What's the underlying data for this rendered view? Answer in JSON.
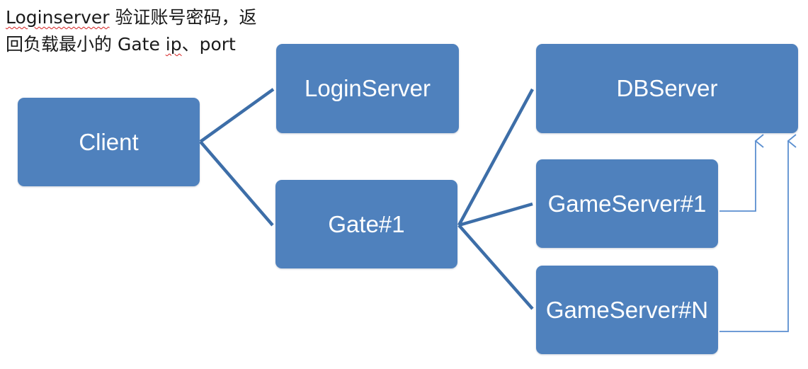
{
  "note": {
    "line1_prefix": "Loginserver",
    "line1_rest": " 验证账号密码，返",
    "line2_prefix": "回负载最小的 Gate ",
    "line2_mark": "ip",
    "line2_rest": "、port"
  },
  "nodes": {
    "client": "Client",
    "login_server": "LoginServer",
    "gate": "Gate#1",
    "db_server": "DBServer",
    "game_server_1": "GameServer#1",
    "game_server_n": "GameServer#N"
  },
  "colors": {
    "node_fill": "#4f81bd",
    "connector": "#3d6ea8",
    "arrow": "#5b8fd0",
    "node_text": "#ffffff"
  }
}
